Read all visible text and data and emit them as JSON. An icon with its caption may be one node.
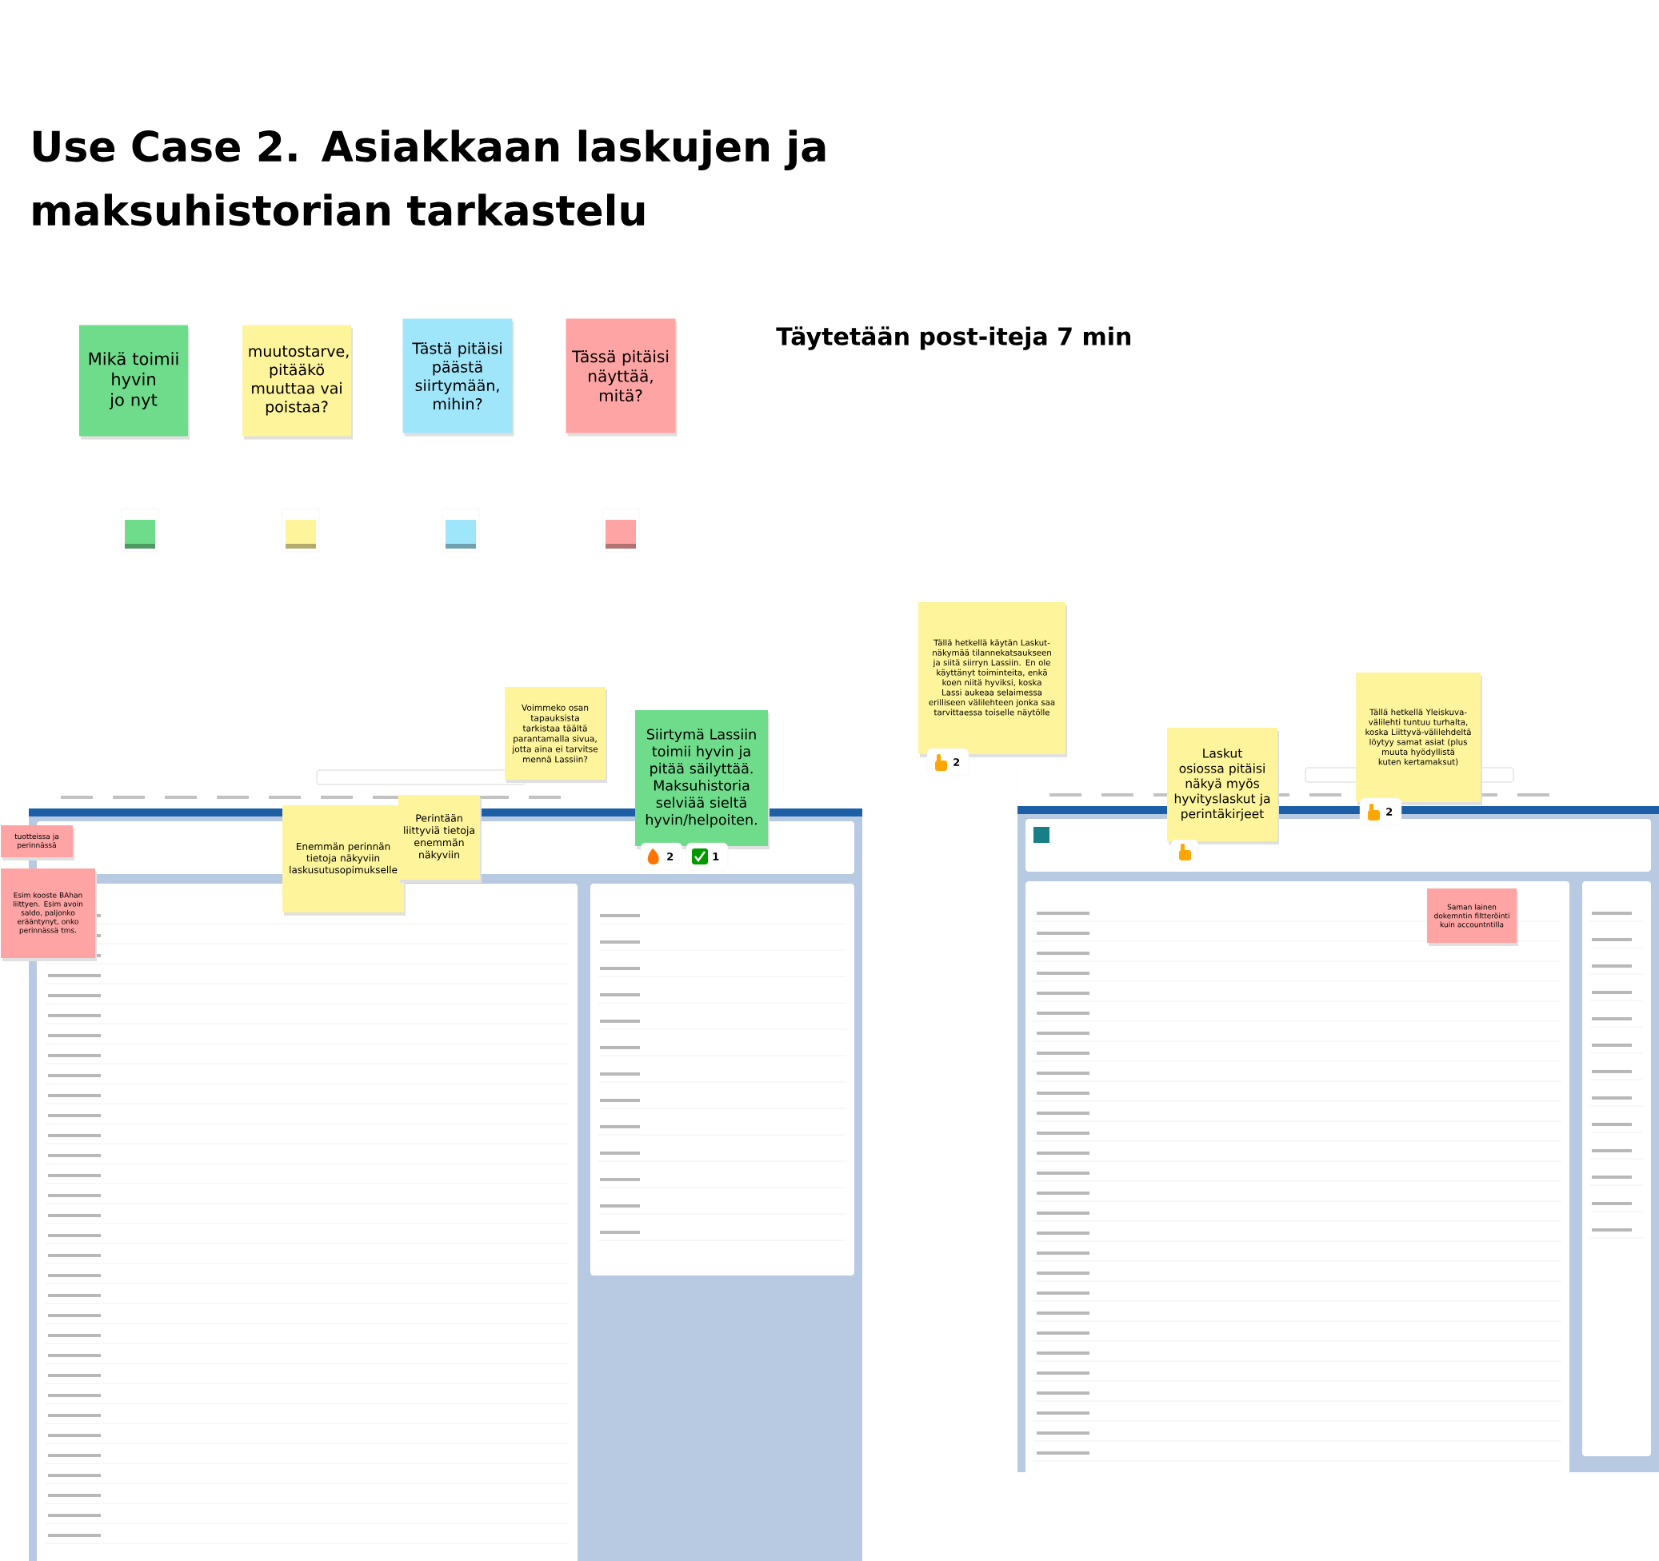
{
  "diagram": {
    "title": "Use Case 2.  Asiakkaan laskujen ja maksuhistorian tarkastelu",
    "nodes": [
      {
        "text": [
          "Mikä toimii hyvin jo nyt"
        ]
      },
      {
        "text": [
          "muutostarve, pitääkö muuttaa vai poistaa?"
        ]
      },
      {
        "text": [
          "Tästä pitäisi päästä siirtymään, mihin?"
        ]
      },
      {
        "text": [
          "Tässä pitäisi näyttää, mitä?"
        ]
      },
      {
        "text": [
          "tuotteissa ja perinnässä"
        ]
      },
      {
        "text": [
          "Esim kooste BAhan liittyen. Esim avoin saldo, paljonko erääntynyt, onko perinnässä tms."
        ]
      },
      {
        "text": [
          "Voimmeko osan tapauksista tarkistaa täältä parantamalla sivua, jotta aina ei tarvitse mennä Lassiin?"
        ]
      },
      {
        "text": [
          "Enemmän perinnän tietoja näkyviin laskusutusopimukselle"
        ]
      },
      {
        "text": [
          "Perintään liittyviä tietoja enemmän näkyviin"
        ]
      },
      {
        "text": [
          "Siirtymä Lassiin toimii hyvin ja pitää säilyttää. Maksuhistoria selviää sieltä hyvin/helpoiten."
        ],
        "beside": [
          "2",
          "1"
        ]
      },
      {
        "text": [
          "Tällä hetkellä käytän Laskut-näkymää tilannekatsaukseen ja siitä siirryn Lassiin. En ole käyttänyt toiminteita, enkä koen niitä hyviksi, koska Lassi aukeaa selaimessa erilliseen välilehteen jonka saa tarvittaessa toiselle näytölle"
        ],
        "beside": [
          "2"
        ]
      },
      {
        "text": [
          "Laskut osiossa pitäisi näkyä myös hyvityslaskut ja perintäkirjeet"
        ]
      },
      {
        "text": [
          "Tällä hetkellä Yleiskuva-välilehti tuntuu turhalta, koska Liittyvä-välilehdeltä löytyy samat asiat (plus muuta hyödyllistä kuten kertamaksut)"
        ],
        "beside": [
          "2"
        ]
      },
      {
        "text": [
          "Saman lainen dokemntin filtteröinti kuin accountntilla"
        ]
      }
    ],
    "labels": [
      "Täytetään post-iteja 7 min"
    ]
  }
}
